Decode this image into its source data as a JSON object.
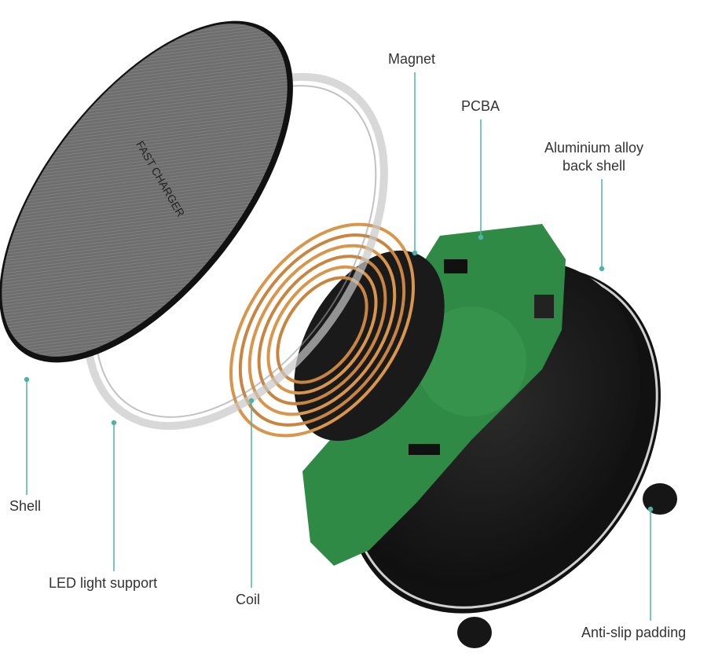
{
  "diagram": {
    "logo_text": "FAST CHARGER",
    "labels": {
      "magnet": "Magnet",
      "pcba": "PCBA",
      "back_shell_line1": "Aluminium alloy",
      "back_shell_line2": "back shell",
      "shell": "Shell",
      "led_support": "LED light support",
      "coil": "Coil",
      "anti_slip": "Anti-slip padding"
    },
    "colors": {
      "leader_line": "#4fb3a4",
      "shell_fabric": "#6b6b6b",
      "coil": "#d9954a",
      "pcb": "#2f8a45",
      "back_shell": "#1c1c1c"
    }
  }
}
